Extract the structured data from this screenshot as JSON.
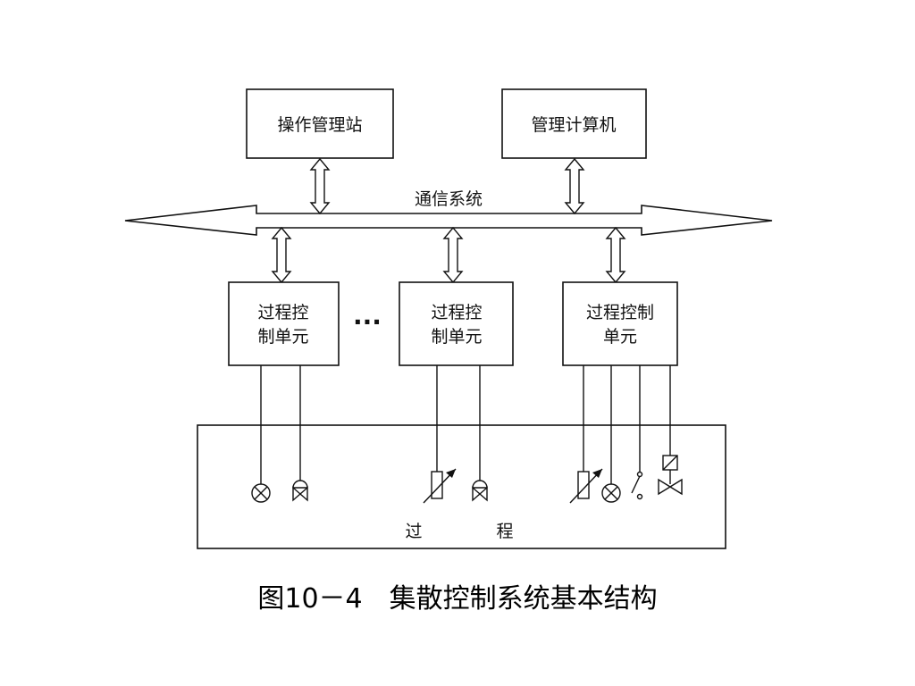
{
  "top_nodes": {
    "operator_station": "操作管理站",
    "management_computer": "管理计算机"
  },
  "bus": {
    "label": "通信系统"
  },
  "control_units": [
    {
      "line1": "过程控",
      "line2": "制单元"
    },
    {
      "line1": "过程控",
      "line2": "制单元"
    },
    {
      "line1": "过程控制",
      "line2": "单元"
    }
  ],
  "ellipsis": "···",
  "process": {
    "char1": "过",
    "char2": "程"
  },
  "caption": "图10－4　集散控制系统基本结构"
}
